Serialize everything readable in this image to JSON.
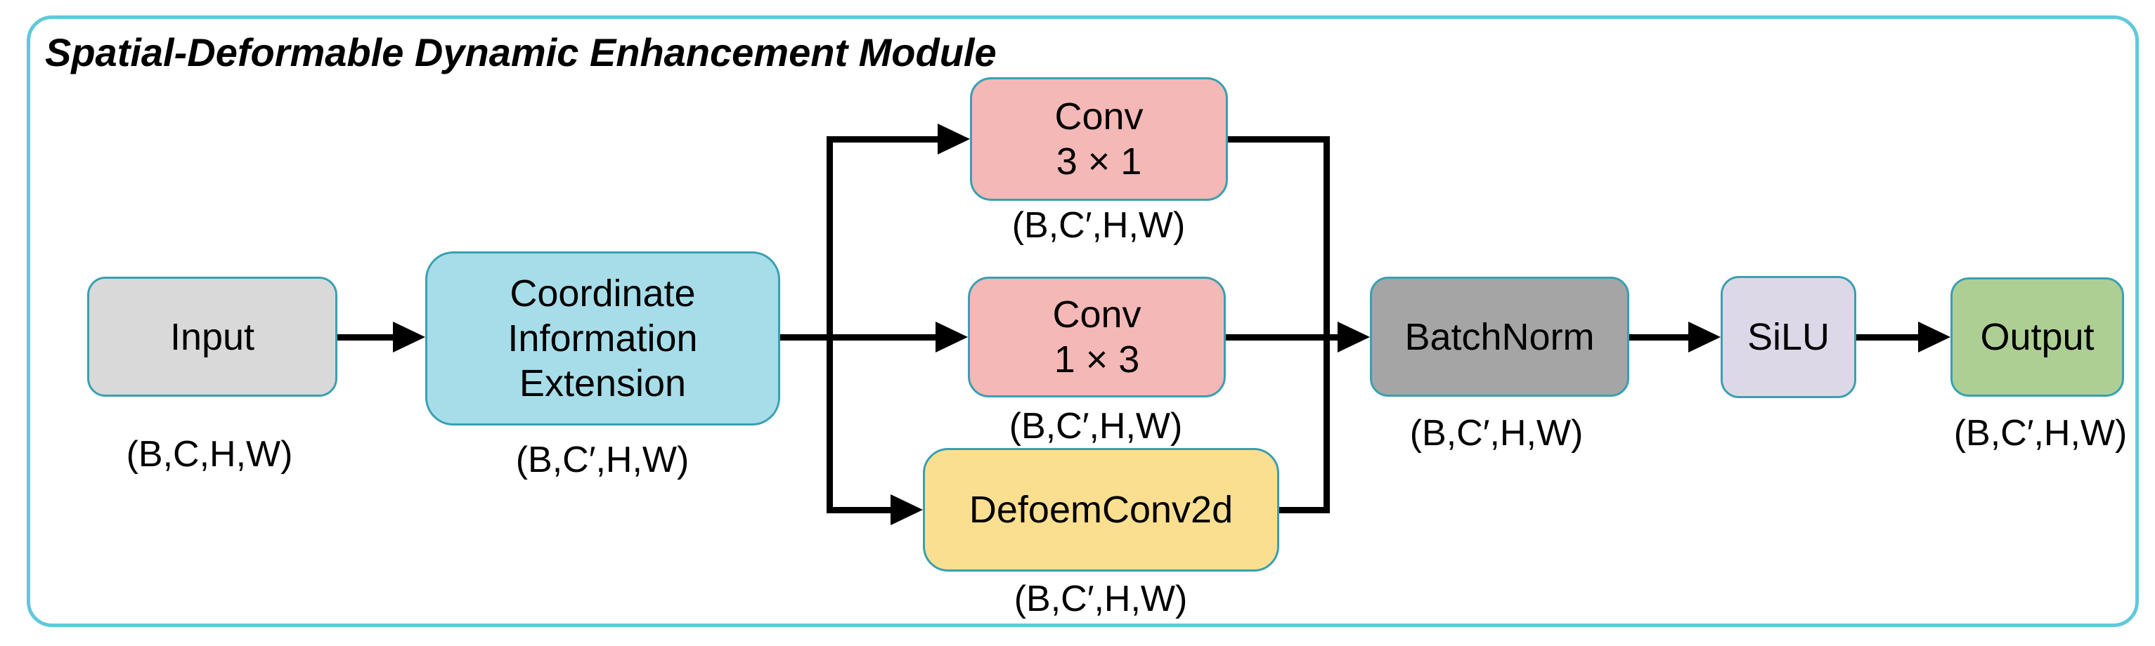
{
  "title": "Spatial-Deformable Dynamic Enhancement Module",
  "nodes": {
    "input": {
      "label": "Input",
      "shape": "(B,C,H,W)"
    },
    "cie": {
      "lines": [
        "Coordinate",
        "Information",
        "Extension"
      ],
      "shape": "(B,C′,H,W)"
    },
    "conv31": {
      "lines": [
        "Conv",
        "3 × 1"
      ],
      "shape": "(B,C′,H,W)"
    },
    "conv13": {
      "lines": [
        "Conv",
        "1 × 3"
      ],
      "shape": "(B,C′,H,W)"
    },
    "deform": {
      "label": "DefoemConv2d",
      "shape": "(B,C′,H,W)"
    },
    "batchnorm": {
      "label": "BatchNorm",
      "shape": "(B,C′,H,W)"
    },
    "silu": {
      "label": "SiLU"
    },
    "output": {
      "label": "Output",
      "shape": "(B,C′,H,W)"
    }
  },
  "colors": {
    "frame_border": "#5fc9da",
    "node_border": "#3a9fb2",
    "input_fill": "#d9d9d9",
    "cie_fill": "#a6dde9",
    "conv_fill": "#f4b8b6",
    "deform_fill": "#fbdf90",
    "batchnorm_fill": "#a5a5a5",
    "silu_fill": "#ddd8e7",
    "output_fill": "#aecf94",
    "arrow": "#000000",
    "text": "#000000"
  }
}
